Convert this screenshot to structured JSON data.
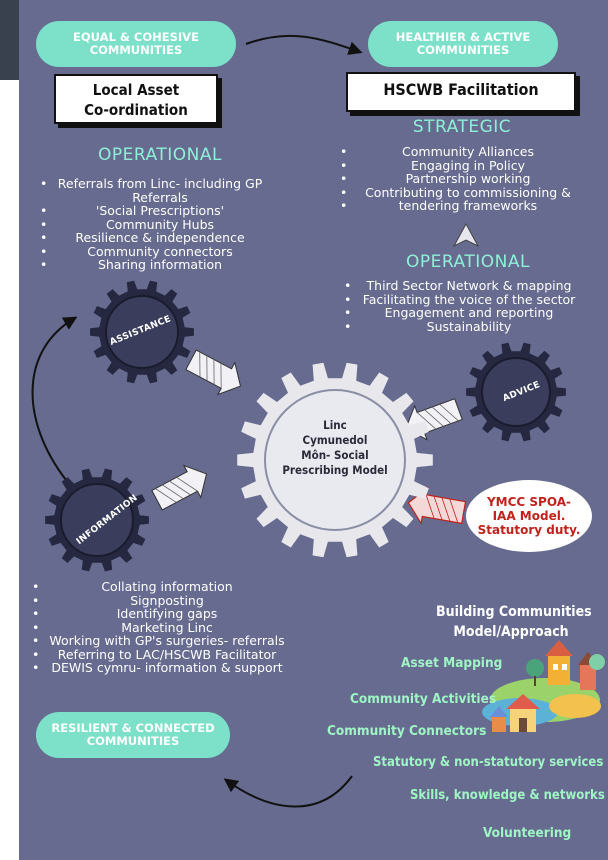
{
  "pills": {
    "top_left": [
      "EQUAL & COHESIVE",
      "COMMUNITIES"
    ],
    "top_right": [
      "HEALTHIER & ACTIVE",
      "COMMUNITIES"
    ],
    "bottom_left": [
      "RESILIENT & CONNECTED",
      "COMMUNITIES"
    ]
  },
  "labels": {
    "left": [
      "Local Asset",
      "Co-ordination"
    ],
    "right": "HSCWB  Facilitation"
  },
  "left_column": {
    "heading": "OPERATIONAL",
    "items": [
      [
        "Referrals from Linc- including GP",
        "Referrals"
      ],
      [
        "'Social Prescriptions'"
      ],
      [
        "Community Hubs"
      ],
      [
        "Resilience & independence"
      ],
      [
        "Community connectors"
      ],
      [
        "Sharing information"
      ]
    ]
  },
  "right_column": {
    "strategic_heading": "STRATEGIC",
    "strategic_items": [
      "Community Alliances",
      "Engaging in Policy",
      "Partnership working",
      "Contributing to commissioning &",
      "tendering frameworks"
    ],
    "operational_heading": "OPERATIONAL",
    "operational_items": [
      "Third Sector Network & mapping",
      "Facilitating the voice of the sector",
      "Engagement and reporting",
      "Sustainability"
    ]
  },
  "gears": {
    "assistance": "ASSISTANCE",
    "advice": "ADVICE",
    "information": "INFORMATION"
  },
  "center": [
    "Linc",
    "Cymunedol",
    "Môn- Social",
    "Prescribing Model"
  ],
  "ymcc": [
    "YMCC SPOA-",
    "IAA Model.",
    "Statutory duty."
  ],
  "information_list": [
    "Collating information",
    "Signposting",
    "Identifying gaps",
    "Marketing Linc",
    "Working with GP's surgeries- referrals",
    "Referring to LAC/HSCWB Facilitator",
    "DEWIS cymru- information & support"
  ],
  "building": {
    "title": [
      "Building  Communities",
      "Model/Approach"
    ],
    "items": [
      "Asset Mapping",
      "Community Activities",
      "Community Connectors",
      "Statutory & non-statutory services",
      "Skills, knowledge & networks",
      "Volunteering"
    ]
  },
  "colors": {
    "background": "#666b8f",
    "pill": "#7de0c8",
    "heading": "#8ff0d8",
    "gear_outer": "#e8e8ec",
    "gear_dark": "#252840",
    "ymcc_text": "#c0221c"
  }
}
